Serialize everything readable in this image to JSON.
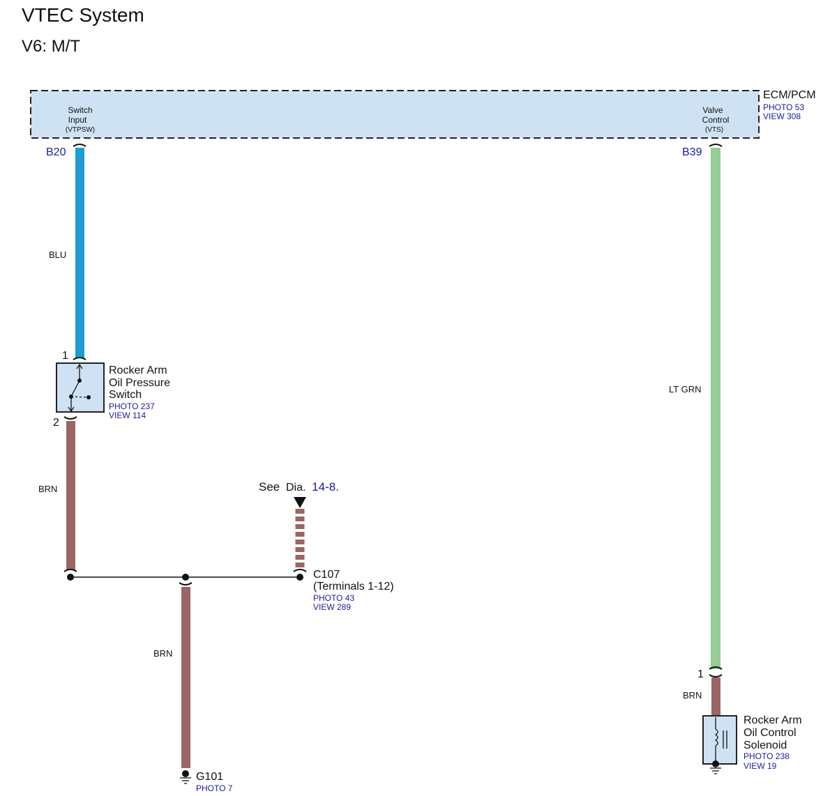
{
  "header": {
    "title": "VTEC System",
    "subtitle": "V6: M/T"
  },
  "ecm": {
    "name": "ECM/PCM",
    "photo": "PHOTO 53",
    "view": "VIEW 308",
    "left_pin": {
      "label_lines": [
        "Switch",
        "Input",
        "(VTPSW)"
      ],
      "terminal": "B20"
    },
    "right_pin": {
      "label_lines": [
        "Valve",
        "Control",
        "(VTS)"
      ],
      "terminal": "B39"
    }
  },
  "wires": {
    "blu": "BLU",
    "brn_upper": "BRN",
    "brn_lower": "BRN",
    "lt_grn": "LT GRN",
    "brn_solenoid": "BRN"
  },
  "colors": {
    "blu": "#1e9ed0",
    "brn": "#9b6563",
    "lt_grn": "#96cc96",
    "component_fill": "#cfe2f3",
    "ref_text": "#1a1aa0"
  },
  "switch": {
    "pin_top": "1",
    "pin_bottom": "2",
    "name_lines": [
      "Rocker Arm",
      "Oil Pressure",
      "Switch"
    ],
    "photo": "PHOTO 237",
    "view": "VIEW 114"
  },
  "connector": {
    "see_prefix": "See",
    "see_dia": "Dia.",
    "see_ref": "14-8",
    "see_suffix": ".",
    "name": "C107",
    "terminals": "(Terminals 1-12)",
    "photo": "PHOTO 43",
    "view": "VIEW 289"
  },
  "ground": {
    "name": "G101",
    "photo": "PHOTO 7"
  },
  "solenoid": {
    "pin_top": "1",
    "name_lines": [
      "Rocker Arm",
      "Oil Control",
      "Solenoid"
    ],
    "photo": "PHOTO 238",
    "view": "VIEW 19"
  }
}
